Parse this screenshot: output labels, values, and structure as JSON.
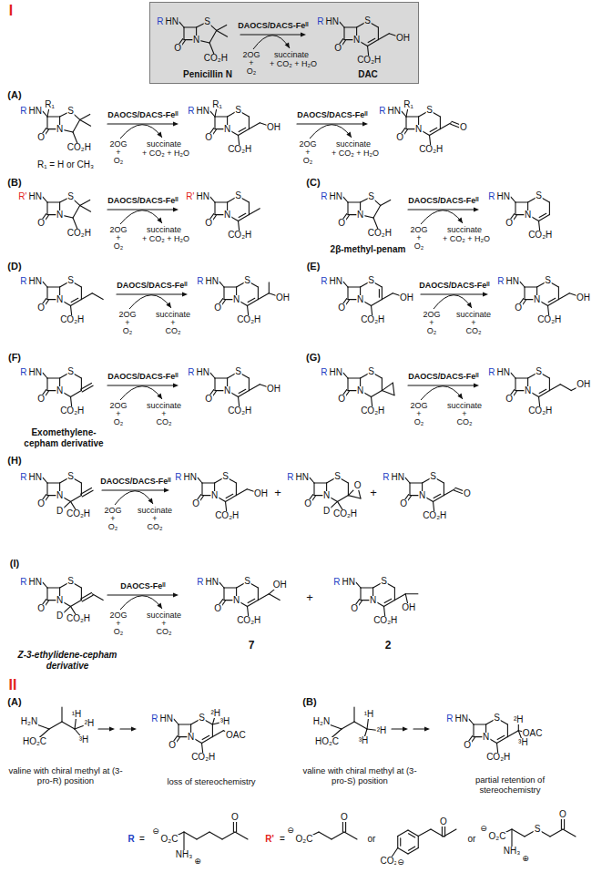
{
  "diagram": {
    "nodes": [
      {
        "text": [
          "R",
          "HN",
          "S",
          "N",
          "O",
          "CO₂H",
          "Penicillin N",
          "DAOCS/DACS-Feᴵᴵ",
          "2OG",
          "+",
          "O₂",
          "succinate",
          "+ CO₂ + H₂O",
          "R",
          "HN",
          "S",
          "N",
          "O",
          "CO₂H",
          "OH",
          "DAC"
        ]
      }
    ],
    "labels": [
      "I",
      "(A)",
      "R",
      "HN",
      "R₁",
      "S",
      "N",
      "O",
      "CO₂H",
      "DAOCS/DACS-Feᴵᴵ",
      "2OG",
      "+",
      "O₂",
      "succinate",
      "+ CO₂ + H₂O",
      "R",
      "HN",
      "R₁",
      "S",
      "N",
      "O",
      "CO₂H",
      "OH",
      "DAOCS/DACS-Feᴵᴵ",
      "2OG",
      "+",
      "O₂",
      "succinate",
      "+ CO₂ + H₂O",
      "R",
      "HN",
      "R₁",
      "S",
      "N",
      "O",
      "CO₂H",
      "O",
      "R₁ = H or CH₃",
      "(B)",
      "R'",
      "HN",
      "S",
      "N",
      "O",
      "CO₂H",
      "DAOCS/DACS-Feᴵᴵ",
      "2OG",
      "+",
      "O₂",
      "succinate",
      "+ CO₂ + H₂O",
      "R'",
      "HN",
      "S",
      "N",
      "O",
      "CO₂H",
      "(C)",
      "R",
      "HN",
      "S",
      "N",
      "O",
      "CO₂H",
      "DAOCS/DACS-Feᴵᴵ",
      "2OG",
      "+",
      "O₂",
      "succinate",
      "+ CO₂ + H₂O",
      "R",
      "HN",
      "S",
      "N",
      "O",
      "CO₂H",
      "2β-methyl-penam",
      "(D)",
      "R",
      "HN",
      "S",
      "N",
      "O",
      "CO₂H",
      "DAOCS/DACS-Feᴵᴵ",
      "2OG",
      "+",
      "O₂",
      "succinate",
      "+",
      "CO₂",
      "R",
      "HN",
      "S",
      "N",
      "O",
      "CO₂H",
      "OH",
      "(E)",
      "R",
      "HN",
      "S",
      "N",
      "O",
      "CO₂H",
      "OH",
      "DAOCS/DACS-Feᴵᴵ",
      "2OG",
      "+",
      "O₂",
      "succinate",
      "+",
      "CO₂",
      "R",
      "HN",
      "S",
      "N",
      "O",
      "CO₂H",
      "OH",
      "(F)",
      "R",
      "HN",
      "S",
      "N",
      "O",
      "CO₂H",
      "DAOCS/DACS-Feᴵᴵ",
      "2OG",
      "+",
      "O₂",
      "succinate",
      "+",
      "CO₂",
      "R",
      "HN",
      "S",
      "N",
      "O",
      "CO₂H",
      "OH",
      "Exomethylene-cepham derivative",
      "(G)",
      "R",
      "HN",
      "S",
      "N",
      "O",
      "CO₂H",
      "DAOCS/DACS-Feᴵᴵ",
      "2OG",
      "+",
      "O₂",
      "succinate",
      "+",
      "CO₂",
      "R",
      "HN",
      "S",
      "N",
      "O",
      "CO₂H",
      "OH",
      "(H)",
      "R",
      "HN",
      "S",
      "N",
      "O",
      "CO₂H",
      "D",
      "DAOCS/DACS-Feᴵᴵ",
      "2OG",
      "+",
      "O₂",
      "succinate",
      "+",
      "CO₂",
      "R",
      "HN",
      "S",
      "N",
      "O",
      "CO₂H",
      "OH",
      "+",
      "R",
      "HN",
      "S",
      "N",
      "O",
      "CO₂H",
      "D",
      "O",
      "+",
      "R",
      "HN",
      "S",
      "N",
      "O",
      "CO₂H",
      "O",
      "(I)",
      "R",
      "HN",
      "S",
      "N",
      "O",
      "CO₂H",
      "D",
      "Z-3-ethylidene-cepham derivative",
      "DAOCS-Feᴵᴵ",
      "2OG",
      "+",
      "O₂",
      "succinate",
      "+",
      "CO₂",
      "R",
      "HN",
      "S",
      "N",
      "O",
      "CO₂H",
      "OH",
      "7",
      "+",
      "R",
      "HN",
      "S",
      "N",
      "O",
      "CO₂H",
      "OH",
      "2",
      "II",
      "(A)",
      "H₂N",
      "HO₂C",
      "¹H",
      "²H",
      "³H",
      "valine with chiral methyl at (3-pro-R) position",
      "R",
      "HN",
      "S",
      "N",
      "O",
      "CO₂H",
      "²H",
      "³H",
      "OAC",
      "loss of stereochemistry",
      "(B)",
      "H₂N",
      "HO₂C",
      "¹H",
      "³H",
      "²H",
      "valine with chiral methyl at (3-pro-S) position",
      "R",
      "HN",
      "S",
      "N",
      "O",
      "CO₂H",
      "²H",
      "OAC",
      "³H",
      "partial retention of stereochemistry",
      "R",
      "=",
      "⊖",
      "O₂C",
      "NH₃",
      "⊕",
      "O",
      "R'",
      "=",
      "⊖",
      "O₂C",
      "O",
      "or",
      "CO₂",
      "⊖",
      "O",
      "or",
      "⊖",
      "O₂C",
      "NH₃",
      "⊕",
      "S",
      "O"
    ]
  }
}
